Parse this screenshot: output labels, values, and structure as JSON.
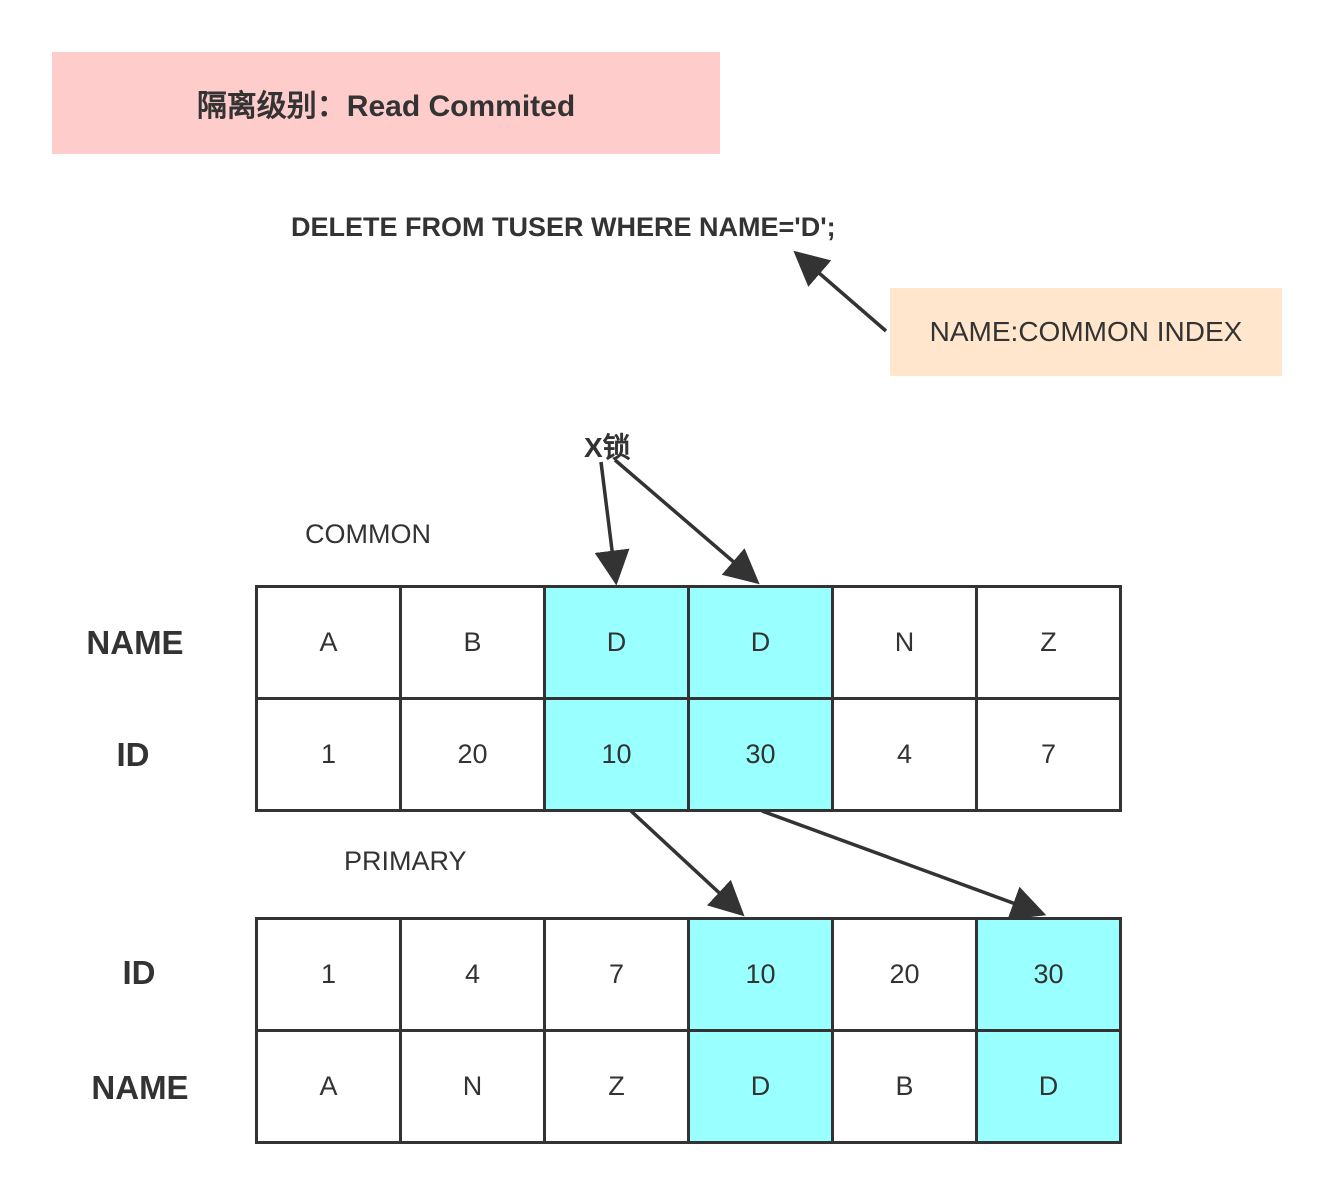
{
  "title": "隔离级别：Read Commited",
  "sql": "DELETE FROM TUSER WHERE NAME='D';",
  "note": "NAME:COMMON INDEX",
  "lock_label": "X锁",
  "common_index": {
    "label": "COMMON",
    "row_labels": [
      "NAME",
      "ID"
    ],
    "names": [
      "A",
      "B",
      "D",
      "D",
      "N",
      "Z"
    ],
    "ids": [
      "1",
      "20",
      "10",
      "30",
      "4",
      "7"
    ],
    "highlighted": [
      2,
      3
    ]
  },
  "primary_index": {
    "label": "PRIMARY",
    "row_labels": [
      "ID",
      "NAME"
    ],
    "ids": [
      "1",
      "4",
      "7",
      "10",
      "20",
      "30"
    ],
    "names": [
      "A",
      "N",
      "Z",
      "D",
      "B",
      "D"
    ],
    "highlighted": [
      3,
      5
    ]
  },
  "colors": {
    "title_bg": "#ffcccc",
    "note_bg": "#ffe6cc",
    "highlight": "#99ffff",
    "stroke": "#333333"
  }
}
